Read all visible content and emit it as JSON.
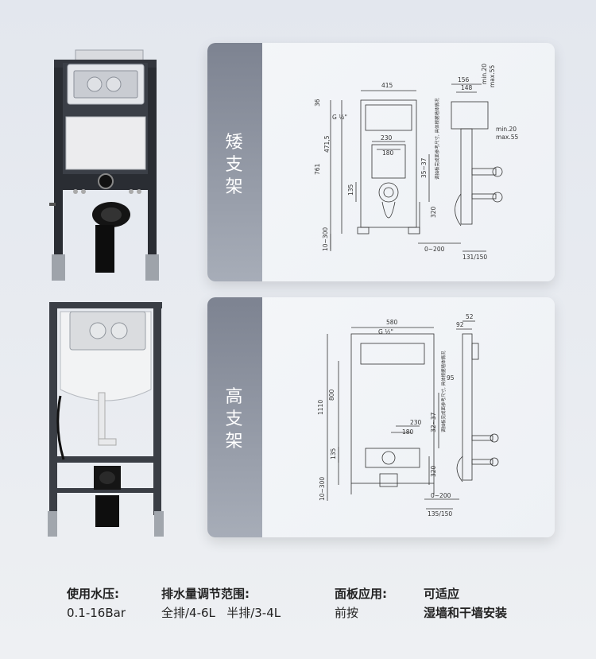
{
  "low_frame": {
    "label": "矮支架",
    "drawing": {
      "dims": [
        "415",
        "156",
        "148",
        "min.20",
        "max.55",
        "min.20",
        "max.55",
        "36",
        "471,5",
        "761",
        "230",
        "180",
        "35~37",
        "135",
        "320",
        "10~300",
        "0~200",
        "131/150",
        "G ½\""
      ],
      "note": "调抽板完成面参考尺寸, 具体根据墙体情况"
    }
  },
  "high_frame": {
    "label": "高支架",
    "drawing": {
      "dims": [
        "580",
        "52",
        "92",
        "G ½\"",
        "1110",
        "800",
        "95",
        "230",
        "180",
        "32~37",
        "135",
        "320",
        "10~300",
        "0~200",
        "135/150"
      ],
      "note": "调抽板完成面参考尺寸, 具体根据墙体情况"
    }
  },
  "specs": [
    {
      "key": "使用水压:",
      "value": "0.1-16Bar"
    },
    {
      "key": "排水量调节范围:",
      "value": "全排/4-6L   半排/3-4L"
    },
    {
      "key": "面板应用:",
      "value": "前按"
    },
    {
      "key": "可适应",
      "value": "湿墙和干墙安装"
    }
  ]
}
